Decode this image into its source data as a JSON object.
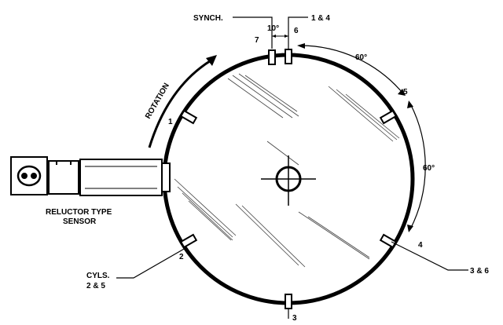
{
  "labels": {
    "synch": "SYNCH.",
    "top_right": "1 & 4",
    "angle_10": "10°",
    "angle_60_upper": "60°",
    "angle_60_lower": "60°",
    "rotation": "ROTATION",
    "sensor_line1": "RELUCTOR TYPE",
    "sensor_line2": "SENSOR",
    "cyls_line1": "CYLS.",
    "cyls_line2": "2 & 5",
    "bottom_right": "3 & 6",
    "notch_7": "7",
    "notch_6": "6",
    "notch_5": "5",
    "notch_4": "4",
    "notch_3": "3",
    "notch_2": "2",
    "notch_1": "1"
  }
}
